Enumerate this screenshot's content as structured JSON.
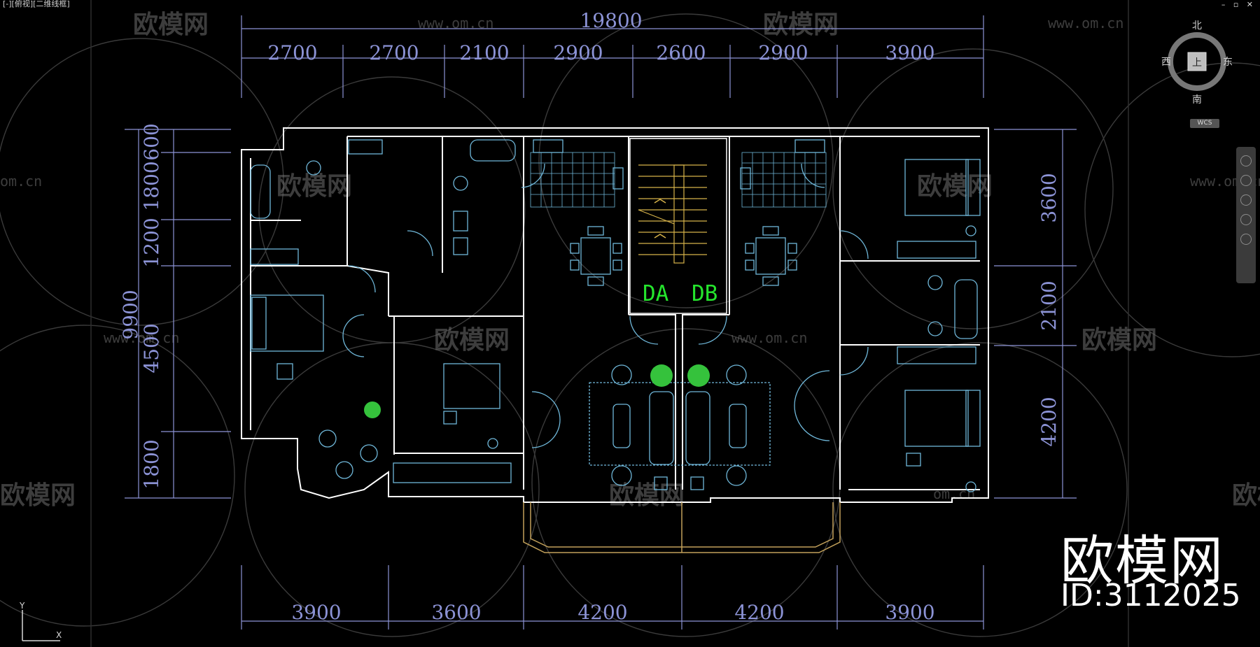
{
  "viewport_label": "[-][俯视][二维线框]",
  "window_buttons": "– ▫ ✕",
  "dims_top": {
    "overall": "19800",
    "segments": [
      "2700",
      "2700",
      "2100",
      "2900",
      "2600",
      "2900",
      "3900"
    ]
  },
  "dims_bottom": {
    "segments": [
      "3900",
      "3600",
      "4200",
      "4200",
      "3900"
    ]
  },
  "dims_left": {
    "overall": "9900",
    "segments": [
      "600",
      "1800",
      "1200",
      "4500",
      "1800"
    ]
  },
  "dims_right": {
    "segments": [
      "3600",
      "2100",
      "4200"
    ]
  },
  "stair_labels": [
    "DA",
    "DB"
  ],
  "watermark": {
    "name": "欧模网",
    "url": "www.om.cn",
    "url_short": "om.cn"
  },
  "brand": {
    "name": "欧模网",
    "id_label": "ID:3112025"
  },
  "viewcube": {
    "north": "北",
    "south": "南",
    "east": "东",
    "west": "西",
    "top": "上",
    "wcs": "WCS"
  },
  "ucs": {
    "x": "X",
    "y": "Y"
  },
  "colors": {
    "background": "#000000",
    "wall": "#ffffff",
    "furniture": "#6fb7d9",
    "dimension": "#8c93d6",
    "stair_text": "#25e52d",
    "stair_lines": "#d6b24a",
    "plant": "#35c23c",
    "balcony": "#c2a05a"
  }
}
